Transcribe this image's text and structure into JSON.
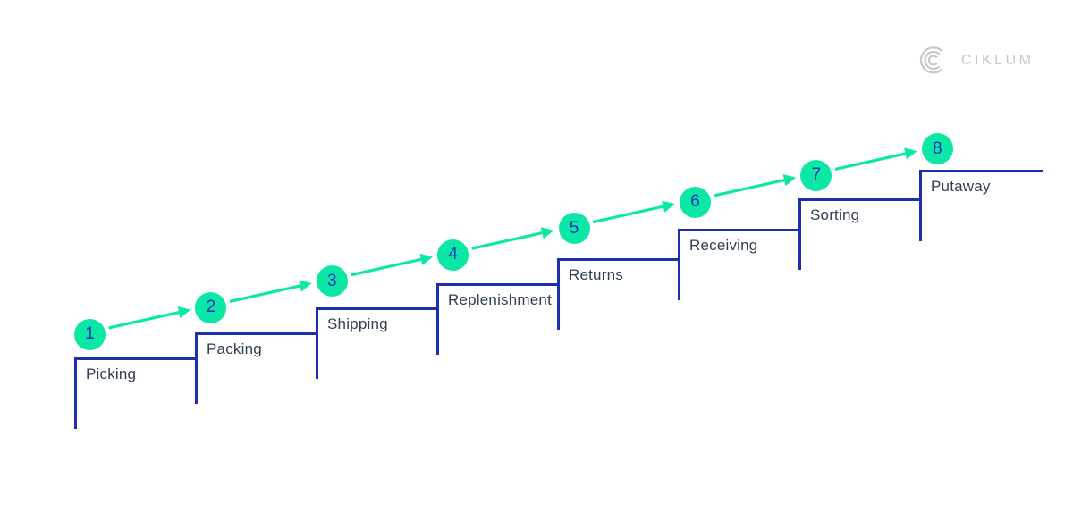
{
  "page": {
    "background": "#ffffff"
  },
  "logo": {
    "text": "CIKLUM",
    "color": "#c7c7c7",
    "mark": "ciklum-arcs-icon"
  },
  "diagram": {
    "type": "stair-step-process",
    "colors": {
      "step_line": "#1b2fb0",
      "circle_fill": "#0be8a6",
      "number": "#1733bd",
      "label": "#313d52",
      "arrow": "#0be8a6",
      "logo_gray": "#c7c7c7"
    },
    "steps": [
      {
        "number": "1",
        "label": "Picking"
      },
      {
        "number": "2",
        "label": "Packing"
      },
      {
        "number": "3",
        "label": "Shipping"
      },
      {
        "number": "4",
        "label": "Replenishment"
      },
      {
        "number": "5",
        "label": "Returns"
      },
      {
        "number": "6",
        "label": "Receiving"
      },
      {
        "number": "7",
        "label": "Sorting"
      },
      {
        "number": "8",
        "label": "Putaway"
      }
    ]
  }
}
